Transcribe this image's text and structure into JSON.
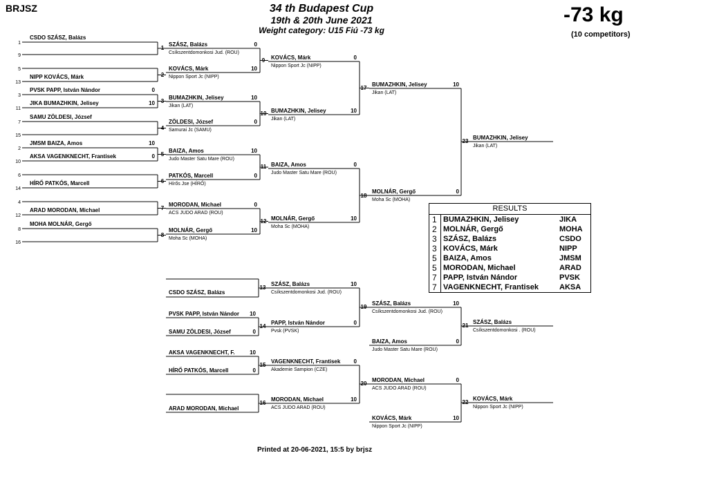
{
  "header": {
    "brand": "BRJSZ",
    "title": "34 th Budapest Cup",
    "dates": "19th & 20th June 2021",
    "category": "Weight category: U15 Fiú -73 kg",
    "weight": "-73 kg",
    "competitors": "(10 competitors)"
  },
  "draw": [
    {
      "seed": "1",
      "text": "CSDO  SZÁSZ, Balázs",
      "score": ""
    },
    {
      "seed": "9",
      "text": "",
      "score": ""
    },
    {
      "seed": "5",
      "text": "",
      "score": ""
    },
    {
      "seed": "13",
      "text": "NIPP    KOVÁCS, Márk",
      "score": ""
    },
    {
      "seed": "3",
      "text": "PVSK  PAPP, István Nándor",
      "score": "0"
    },
    {
      "seed": "11",
      "text": "JIKA    BUMAZHKIN, Jelisey",
      "score": "10"
    },
    {
      "seed": "7",
      "text": "SAMU ZÖLDESI, József",
      "score": ""
    },
    {
      "seed": "15",
      "text": "",
      "score": ""
    },
    {
      "seed": "2",
      "text": "JMSM BAIZA, Amos",
      "score": "10"
    },
    {
      "seed": "10",
      "text": "AKSA  VAGENKNECHT, Frantisek",
      "score": "0"
    },
    {
      "seed": "6",
      "text": "",
      "score": ""
    },
    {
      "seed": "14",
      "text": "HÍRŐ    PATKÓS, Marcell",
      "score": ""
    },
    {
      "seed": "4",
      "text": "",
      "score": ""
    },
    {
      "seed": "12",
      "text": "ARAD MORODAN, Michael",
      "score": ""
    },
    {
      "seed": "8",
      "text": "MOHA MOLNÁR, Gergő",
      "score": ""
    },
    {
      "seed": "16",
      "text": "",
      "score": ""
    }
  ],
  "r1": [
    {
      "num": "1",
      "name": "SZÁSZ, Balázs",
      "club": "Csíkszentdomonkosi Jud. (ROU)",
      "s1": "0",
      "s2": "10",
      "name2": "KOVÁCS, Márk",
      "club2": "Nippon Sport Jc (NIPP)"
    },
    {
      "num": "2",
      "name": "",
      "club": "",
      "s1": "",
      "s2": "",
      "name2": "",
      "club2": ""
    },
    {
      "num": "3",
      "name": "BUMAZHKIN, Jelisey",
      "club": "Jikan (LAT)",
      "s1": "10",
      "s2": "0",
      "name2": "ZÖLDESI, József",
      "club2": "Samurai Jc (SAMU)"
    },
    {
      "num": "4",
      "name": "",
      "club": "",
      "s1": "",
      "s2": "",
      "name2": "",
      "club2": ""
    },
    {
      "num": "5",
      "name": "BAIZA, Amos",
      "club": "Judo Master Satu Mare (ROU)",
      "s1": "10",
      "s2": "0",
      "name2": "PATKÓS, Marcell",
      "club2": "Hírős Jse (HÍRŐ)"
    },
    {
      "num": "6",
      "name": "",
      "club": "",
      "s1": "",
      "s2": "",
      "name2": "",
      "club2": ""
    },
    {
      "num": "7",
      "name": "MORODAN, Michael",
      "club": "ACS JUDO ARAD (ROU)",
      "s1": "0",
      "s2": "10",
      "name2": "MOLNÁR, Gergő",
      "club2": "Moha Sc (MOHA)"
    },
    {
      "num": "8",
      "name": "",
      "club": "",
      "s1": "",
      "s2": "",
      "name2": "",
      "club2": ""
    }
  ],
  "r2": [
    {
      "num": "9",
      "name": "KOVÁCS, Márk",
      "club": "Nippon Sport Jc (NIPP)",
      "s1": "0",
      "s2": "10",
      "name2": "BUMAZHKIN, Jelisey",
      "club2": "Jikan (LAT)"
    },
    {
      "num": "10",
      "name": "",
      "club": "",
      "s1": "",
      "s2": "",
      "name2": "",
      "club2": ""
    },
    {
      "num": "11",
      "name": "BAIZA, Amos",
      "club": "Judo Master Satu Mare (ROU)",
      "s1": "0",
      "s2": "10",
      "name2": "MOLNÁR, Gergő",
      "club2": "Moha Sc (MOHA)"
    },
    {
      "num": "12",
      "name": "",
      "club": "",
      "s1": "",
      "s2": "",
      "name2": "",
      "club2": ""
    }
  ],
  "semis": {
    "m17": {
      "num": "17",
      "name": "BUMAZHKIN, Jelisey",
      "club": "Jikan (LAT)",
      "score": "10"
    },
    "m18": {
      "num": "18",
      "name": "MOLNÁR, Gergő",
      "club": "Moha Sc (MOHA)",
      "score": "0"
    },
    "m23": {
      "num": "23",
      "name": "BUMAZHKIN, Jelisey",
      "club": "Jikan (LAT)"
    }
  },
  "repechage": {
    "m13": {
      "num": "13",
      "a": "CSDO SZÁSZ, Balázs",
      "w": "SZÁSZ, Balázs",
      "wclub": "Csíkszentdomonkosi Jud. (ROU)",
      "ws": "10"
    },
    "m14": {
      "num": "14",
      "a": "PVSK  PAPP, István Nándor",
      "as": "10",
      "b": "SAMU ZÖLDESI, József",
      "bs": "0",
      "w": "PAPP, István Nándor",
      "wclub": "Pvsk (PVSK)",
      "ws": "0"
    },
    "m15": {
      "num": "15",
      "a": "AKSA  VAGENKNECHT, F.",
      "as": "10",
      "b": "HÍRŐ    PATKÓS, Marcell",
      "bs": "0",
      "w": "VAGENKNECHT, Frantisek",
      "wclub": "Akademie Sampion (CZE)",
      "ws": "0"
    },
    "m16": {
      "num": "16",
      "b": "ARAD MORODAN, Michael",
      "w": "MORODAN, Michael",
      "wclub": "ACS JUDO ARAD (ROU)",
      "ws": "10"
    },
    "m19": {
      "num": "19",
      "w": "SZÁSZ, Balázs",
      "wclub": "Csíkszentdomonkosi Jud. (ROU)",
      "ws": "10",
      "l": "BAIZA, Amos",
      "lclub": "Judo Master Satu Mare (ROU)",
      "ls": "0"
    },
    "m20": {
      "num": "20",
      "w": "MORODAN, Michael",
      "wclub": "ACS JUDO ARAD (ROU)",
      "ws": "0",
      "l": "KOVÁCS, Márk",
      "lclub": "Nippon Sport Jc (NIPP)",
      "ls": "10"
    },
    "m21": {
      "num": "21",
      "w": "SZÁSZ, Balázs",
      "wclub": "Csíkszentdomonkosi . (ROU)"
    },
    "m22": {
      "num": "22",
      "w": "KOVÁCS, Márk",
      "wclub": "Nippon Sport Jc (NIPP)"
    }
  },
  "results": {
    "title": "RESULTS",
    "rows": [
      {
        "rank": "1",
        "name": "BUMAZHKIN, Jelisey",
        "club": "JIKA"
      },
      {
        "rank": "2",
        "name": "MOLNÁR, Gergő",
        "club": "MOHA"
      },
      {
        "rank": "3",
        "name": "SZÁSZ, Balázs",
        "club": "CSDO"
      },
      {
        "rank": "3",
        "name": "KOVÁCS, Márk",
        "club": "NIPP"
      },
      {
        "rank": "5",
        "name": "BAIZA, Amos",
        "club": "JMSM"
      },
      {
        "rank": "5",
        "name": "MORODAN, Michael",
        "club": "ARAD"
      },
      {
        "rank": "7",
        "name": "PAPP, István Nándor",
        "club": "PVSK"
      },
      {
        "rank": "7",
        "name": "VAGENKNECHT, Frantisek",
        "club": "AKSA"
      }
    ]
  },
  "footer": {
    "printed": "Printed at 20-06-2021, 15:5 by brjsz"
  }
}
